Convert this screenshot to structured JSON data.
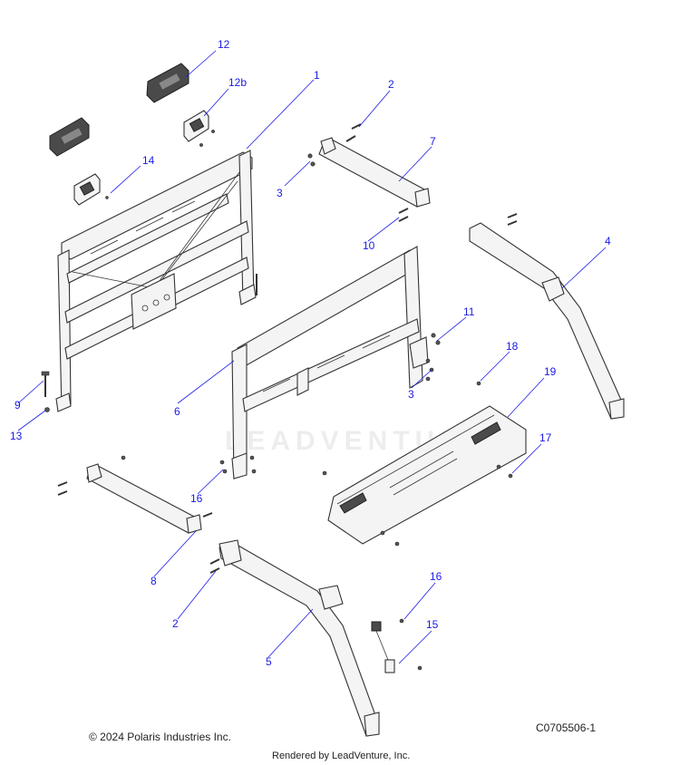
{
  "callouts": [
    {
      "label": "12"
    },
    {
      "label": "12b"
    },
    {
      "label": "14"
    },
    {
      "label": "1"
    },
    {
      "label": "2"
    },
    {
      "label": "3"
    },
    {
      "label": "7"
    },
    {
      "label": "10"
    },
    {
      "label": "4"
    },
    {
      "label": "11"
    },
    {
      "label": "18"
    },
    {
      "label": "19"
    },
    {
      "label": "6"
    },
    {
      "label": "3"
    },
    {
      "label": "9"
    },
    {
      "label": "13"
    },
    {
      "label": "17"
    },
    {
      "label": "16"
    },
    {
      "label": "8"
    },
    {
      "label": "2"
    },
    {
      "label": "5"
    },
    {
      "label": "16"
    },
    {
      "label": "15"
    }
  ],
  "footer": {
    "copyright": "© 2024 Polaris Industries Inc.",
    "drawing_id": "C0705506-1",
    "rendered_by": "Rendered by LeadVenture, Inc."
  },
  "watermark": "LEADVENTURE",
  "colors": {
    "callout": "#1a1ae6",
    "line": "#333333"
  }
}
